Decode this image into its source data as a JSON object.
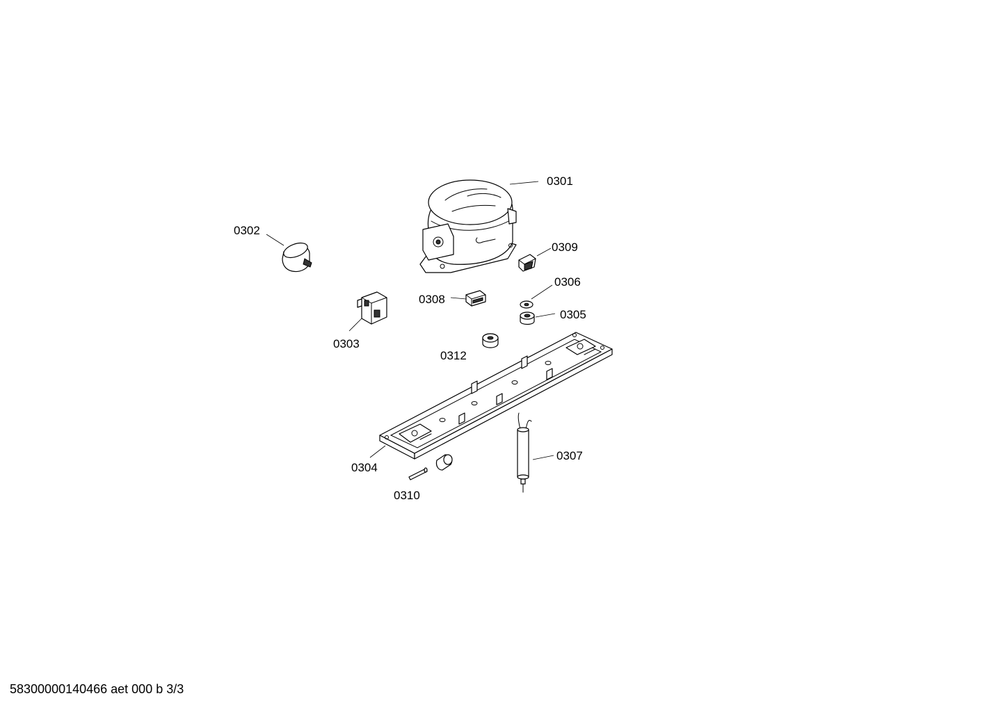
{
  "callouts": [
    {
      "id": "0301",
      "label": "0301"
    },
    {
      "id": "0302",
      "label": "0302"
    },
    {
      "id": "0303",
      "label": "0303"
    },
    {
      "id": "0304",
      "label": "0304"
    },
    {
      "id": "0305",
      "label": "0305"
    },
    {
      "id": "0306",
      "label": "0306"
    },
    {
      "id": "0307",
      "label": "0307"
    },
    {
      "id": "0308",
      "label": "0308"
    },
    {
      "id": "0309",
      "label": "0309"
    },
    {
      "id": "0310",
      "label": "0310"
    },
    {
      "id": "0312",
      "label": "0312"
    }
  ],
  "footer": {
    "text": "58300000140466 aet 000 b 3/3"
  },
  "colors": {
    "line": "#000000",
    "background": "#ffffff"
  }
}
